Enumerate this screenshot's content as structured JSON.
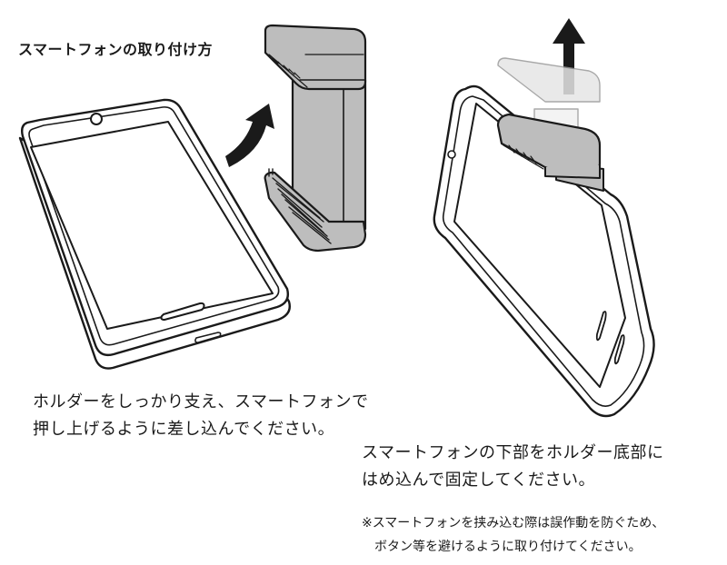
{
  "title": "スマートフォンの取り付け方",
  "steps": [
    {
      "lines": [
        "ホルダーをしっかり支え、スマートフォンで",
        "押し上げるように差し込んでください。"
      ]
    },
    {
      "lines": [
        "スマートフォンの下部をホルダー底部に",
        "はめ込んで固定してください。"
      ]
    }
  ],
  "note": {
    "lines": [
      "※スマートフォンを挟み込む際は誤作動を防ぐため、",
      "ボタン等を避けるように取り付けてください。"
    ]
  },
  "colors": {
    "outline": "#1a1a1a",
    "holder_fill": "#bdbdbd",
    "holder_ghost": "#e6e6e6",
    "background": "#ffffff"
  },
  "icons": [
    "curved-arrow-up-icon",
    "straight-arrow-up-icon"
  ]
}
